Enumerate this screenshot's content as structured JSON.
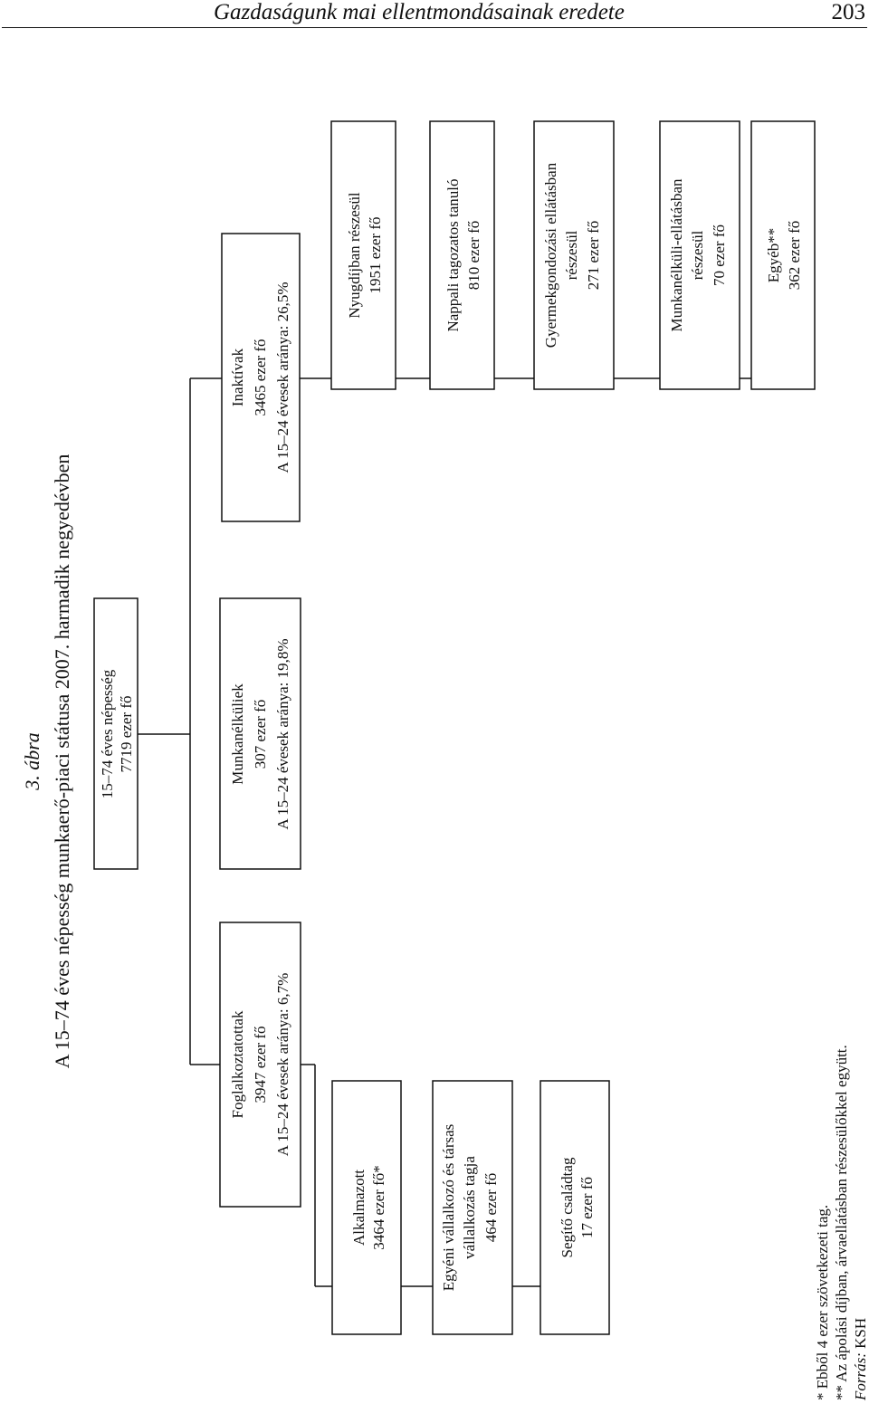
{
  "header": {
    "running_title": "Gazdaságunk mai ellentmondásainak eredete",
    "page_number": "203"
  },
  "figure": {
    "label": "3. ábra",
    "caption": "A 15–74 éves népesség munkaerő-piaci státusa 2007. harmadik negyedévben"
  },
  "boxes": {
    "root": {
      "line1": "15–74 éves népesség",
      "line2": "7719 ezer fő"
    },
    "employed": {
      "line1": "Foglalkoztatottak",
      "line2": "3947 ezer fő",
      "line3": "A 15–24 évesek aránya: 6,7%"
    },
    "unemployed": {
      "line1": "Munkanélküliek",
      "line2": "307 ezer fő",
      "line3": "A 15–24 évesek aránya: 19,8%"
    },
    "inactive": {
      "line1": "Inaktívak",
      "line2": "3465 ezer fő",
      "line3": "A 15–24 évesek aránya: 26,5%"
    },
    "employee": {
      "line1": "Alkalmazott",
      "line2": "3464 ezer fő*"
    },
    "entrepreneur": {
      "line1": "Egyéni vállalkozó és társas",
      "line2": "vállalkozás tagja",
      "line3": "464 ezer fő"
    },
    "family_helper": {
      "line1": "Segítő családtag",
      "line2": "17 ezer fő"
    },
    "pension": {
      "line1": "Nyugdíjban részesül",
      "line2": "1951 ezer fő"
    },
    "student": {
      "line1": "Nappali tagozatos tanuló",
      "line2": "810 ezer fő"
    },
    "childcare": {
      "line1": "Gyermekgondozási ellátásban",
      "line2": "részesül",
      "line3": "271 ezer fő"
    },
    "unemployment_benefit": {
      "line1": "Munkanélküli-ellátásban",
      "line2": "részesül",
      "line3": "70 ezer fő"
    },
    "other": {
      "line1": "Egyéb**",
      "line2": "362 ezer fő"
    }
  },
  "footnotes": {
    "note1": "* Ebből 4 ezer szövetkezeti tag.",
    "note2": "** Az ápolási díjban, árvaellátásban részesülőkkel együtt.",
    "source_label": "Forrás:",
    "source_value": " KSH"
  }
}
